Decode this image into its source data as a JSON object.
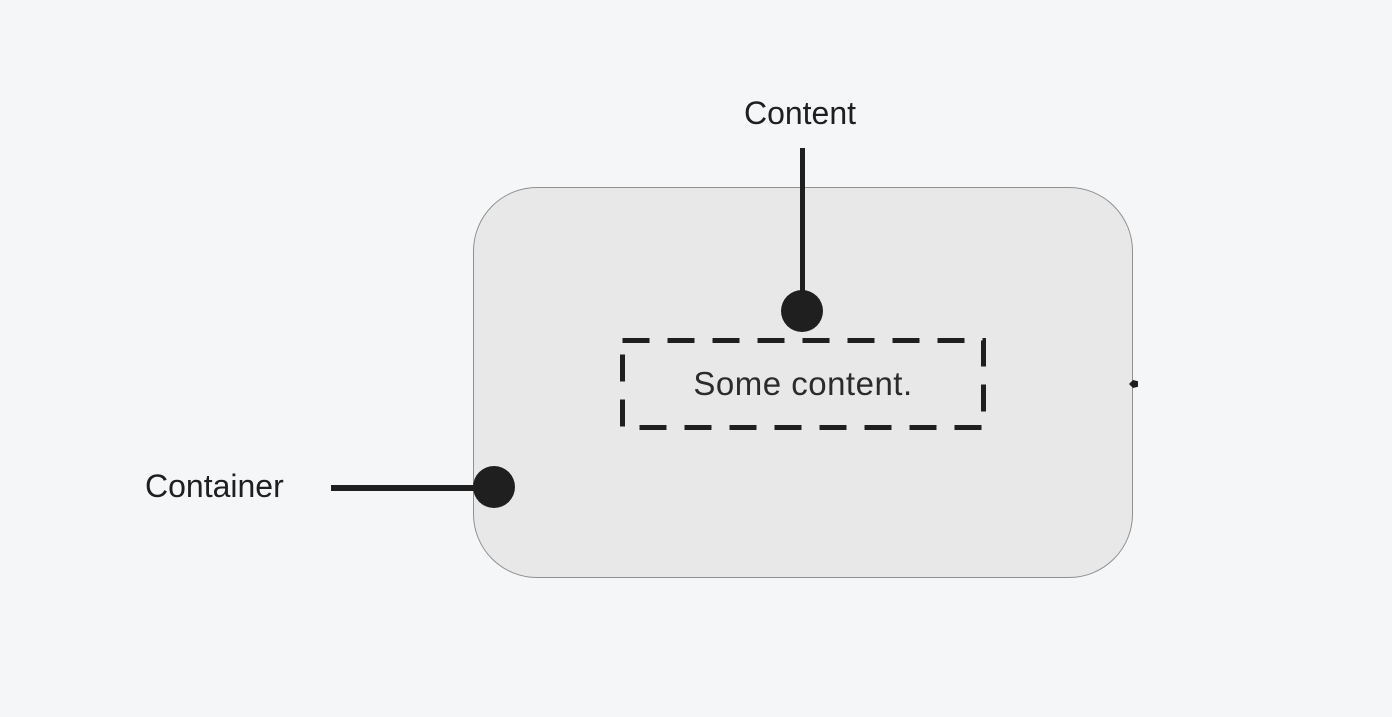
{
  "diagram": {
    "labels": {
      "content": "Content",
      "container": "Container"
    },
    "content_text": "Some content.",
    "colors": {
      "background": "#f5f6f8",
      "container_fill": "#e8e8e8",
      "container_border": "#909090",
      "annotation": "#1f1f1f",
      "content_text_color": "#2b2b2b"
    }
  }
}
